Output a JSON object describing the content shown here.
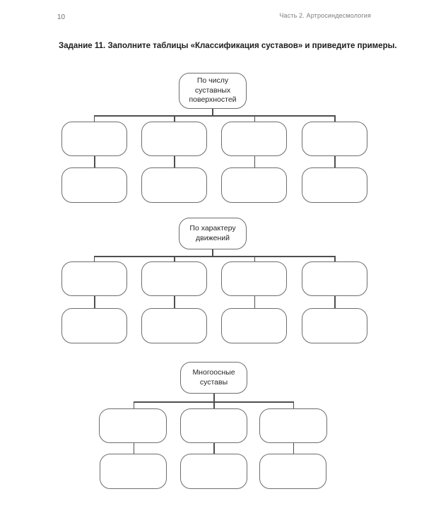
{
  "page": {
    "number": "10",
    "header": "Часть 2. Артросиндесмология",
    "task": "Задание 11. Заполните таблицы «Классификация суставов» и приведите примеры."
  },
  "diagrams": [
    {
      "root_label": "По числу\nсуставных\nповерхностей",
      "columns": 4,
      "rows_of_empty_boxes": 2
    },
    {
      "root_label": "По характеру\nдвижений",
      "columns": 4,
      "rows_of_empty_boxes": 2
    },
    {
      "root_label": "Многоосные\nсуставы",
      "columns": 3,
      "rows_of_empty_boxes": 2
    }
  ],
  "colors": {
    "box_border": "#6d6d6d",
    "connector_line": "#4f4f4f",
    "body_text": "#262626",
    "header_text": "#7d7d7d"
  }
}
